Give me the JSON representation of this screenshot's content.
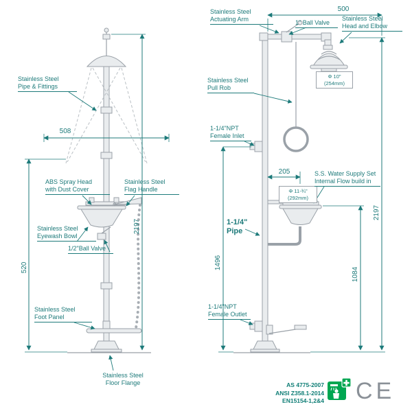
{
  "colors": {
    "accent_teal": "#1d7a7a",
    "drawing_gray": "#9aa1a8",
    "sign_green": "#00a651",
    "ce_gray": "#8a9097"
  },
  "left_view": {
    "labels": {
      "pipe_fittings": "Stainless Steel\nPipe & Fittings",
      "spray_head": "ABS  Spray Head\nwith Dust Cover",
      "flag_handle": "Stainless Steel\nFlag Handle",
      "eyewash_bowl": "Stainless Steel\nEyewash Bowl",
      "half_ball_valve": "1/2\"Ball Valve",
      "foot_panel": "Stainless Steel\nFoot Panel",
      "floor_flange": "Stainless Steel\nFloor Flange"
    },
    "dimensions": {
      "spray_width_mm": "508",
      "pedal_height_mm": "520",
      "total_height_mm": "2197"
    }
  },
  "right_view": {
    "labels": {
      "actuating_arm": "Stainless Steel\nActuating Arm",
      "ball_valve": "1\" Ball Valve",
      "head_and_elbow": "Stainless Steel\nHead and Elbow",
      "head_diameter": "Φ 10\"\n(254mm)",
      "pull_rob": "Stainless Steel\nPull Rob",
      "female_inlet": "1-1/4\"NPT\nFemale Inlet",
      "bowl_diameter": "Φ 11-¾\"\n(292mm)",
      "water_supply": "S.S. Water Supply Set\nInternal Flow build in",
      "pipe": "1-1/4\"\nPipe",
      "female_outlet": "1-1/4\"NPT\nFemale Outlet"
    },
    "dimensions": {
      "arm_length_mm": "500",
      "bowl_offset_mm": "205",
      "total_height_mm": "2197",
      "inlet_height_mm": "1496",
      "bowl_height_mm": "1084"
    }
  },
  "certifications": {
    "standards": [
      "AS 4775-2007",
      "ANSI Z358.1-2014",
      "EN15154-1,2&4"
    ],
    "ce_mark": "CE"
  },
  "icons": {
    "emergency_shower_sign": "green-square-shower-pictogram-with-first-aid-cross"
  }
}
